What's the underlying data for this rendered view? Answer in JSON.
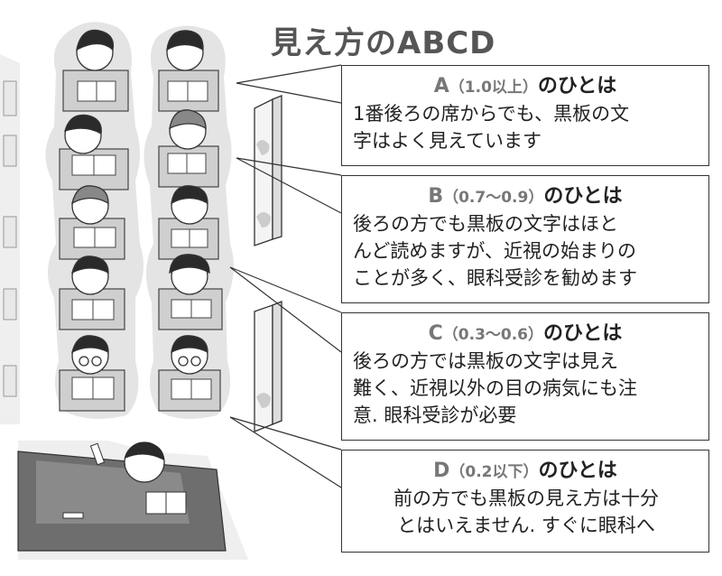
{
  "title": "見え方のABCD",
  "boxes": [
    {
      "grade": "A",
      "range": "（1.0以上）",
      "suffix": "のひとは",
      "lines": [
        "1番後ろの席からでも、黒板の文",
        "字はよく見えています"
      ]
    },
    {
      "grade": "B",
      "range": "（0.7〜0.9）",
      "suffix": "のひとは",
      "lines": [
        "後ろの方でも黒板の文字はほと",
        "んど読めますが、近視の始まりの",
        "ことが多く、眼科受診を勧めます"
      ]
    },
    {
      "grade": "C",
      "range": "（0.3〜0.6）",
      "suffix": "のひとは",
      "lines": [
        "後ろの方では黒板の文字は見え",
        "難く、近視以外の目の病気にも注",
        "意. 眼科受診が必要"
      ]
    },
    {
      "grade": "D",
      "range": "（0.2以下）",
      "suffix": "のひとは",
      "lines": [
        "前の方でも黒板の見え方は十分",
        "とはいえません. すぐに眼科へ"
      ]
    }
  ],
  "colors": {
    "silhouette": "#e4e4e4",
    "desk": "#cfcfcf",
    "floor_rug": "#6e6e6e",
    "hair": "#2a2a2a",
    "skin": "#ffffff",
    "outline": "#333333"
  }
}
